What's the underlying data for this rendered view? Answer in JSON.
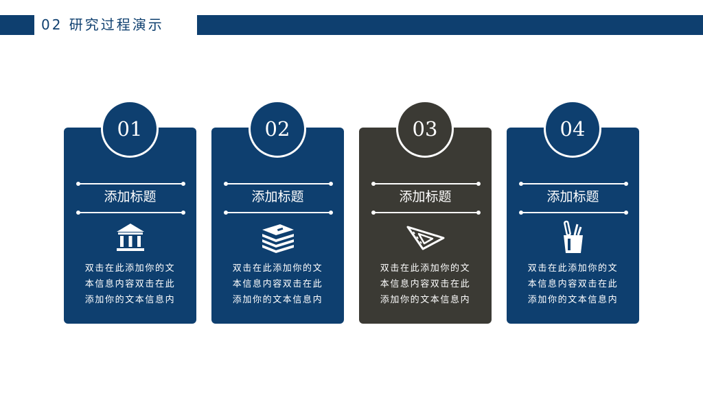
{
  "header": {
    "title": "02 研究过程演示"
  },
  "colors": {
    "primary": "#0e3f6f",
    "dark": "#3b3a34",
    "text": "#ffffff"
  },
  "cards": [
    {
      "number": "01",
      "title": "添加标题",
      "icon": "bank-building-icon",
      "lines": [
        "双击在此添加你的文",
        "本信息内容双击在此",
        "添加你的文本信息内"
      ]
    },
    {
      "number": "02",
      "title": "添加标题",
      "icon": "book-stack-icon",
      "lines": [
        "双击在此添加你的文",
        "本信息内容双击在此",
        "添加你的文本信息内"
      ]
    },
    {
      "number": "03",
      "title": "添加标题",
      "icon": "set-square-icon",
      "lines": [
        "双击在此添加你的文",
        "本信息内容双击在此",
        "添加你的文本信息内"
      ]
    },
    {
      "number": "04",
      "title": "添加标题",
      "icon": "pen-holder-icon",
      "lines": [
        "双击在此添加你的文",
        "本信息内容双击在此",
        "添加你的文本信息内"
      ]
    }
  ]
}
